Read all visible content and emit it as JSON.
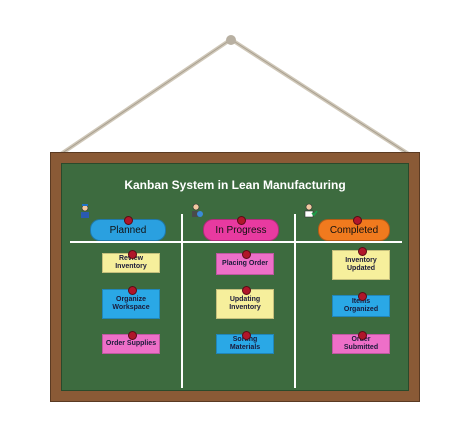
{
  "title": "Kanban System in Lean Manufacturing",
  "columns": [
    {
      "label": "Planned",
      "color": "#2aa0e0",
      "icon": "worker-icon"
    },
    {
      "label": "In Progress",
      "color": "#e83aa0",
      "icon": "engineer-icon"
    },
    {
      "label": "Completed",
      "color": "#f07a1e",
      "icon": "checkmark-person-icon"
    }
  ],
  "cards": {
    "planned": [
      {
        "label": "Review Inventory",
        "color": "#f6ef9c"
      },
      {
        "label": "Organize Workspace",
        "color": "#2aa8e6"
      },
      {
        "label": "Order Supplies",
        "color": "#ee6fc8"
      }
    ],
    "in_progress": [
      {
        "label": "Placing Order",
        "color": "#ee6fc8"
      },
      {
        "label": "Updating Inventory",
        "color": "#f6ef9c"
      },
      {
        "label": "Sorting Materials",
        "color": "#2aa8e6"
      }
    ],
    "completed": [
      {
        "label": "Inventory Updated",
        "color": "#f6ef9c"
      },
      {
        "label": "Items Organized",
        "color": "#2aa8e6"
      },
      {
        "label": "Order Submitted",
        "color": "#ee6fc8"
      }
    ]
  },
  "colors": {
    "board": "#3d6b3f",
    "frame": "#8a5a36",
    "rope": "#c9c0b0"
  }
}
